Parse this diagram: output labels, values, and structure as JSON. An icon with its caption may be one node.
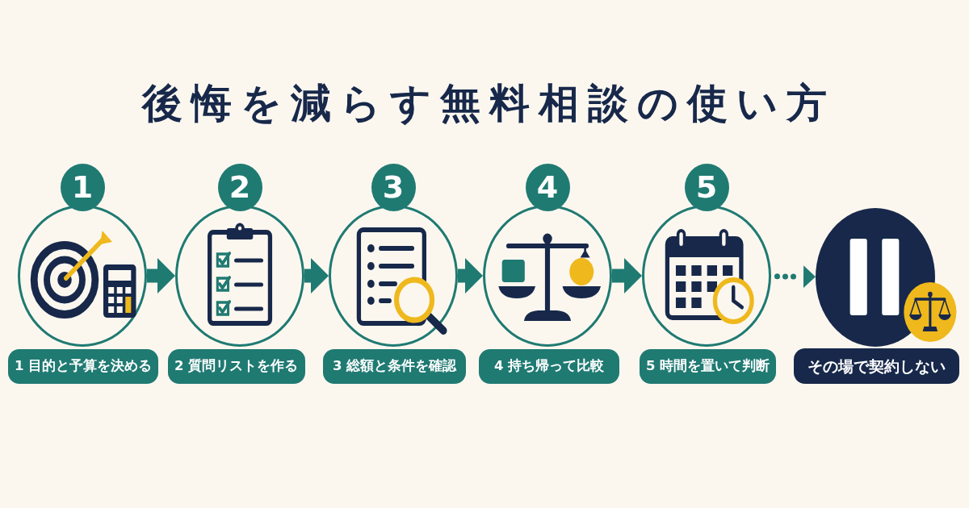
{
  "diagram": {
    "title": "後悔を減らす無料相談の使い方",
    "nodes": [
      {
        "text": [
          "1"
        ]
      },
      {
        "text": [],
        "shape": "circle"
      },
      {
        "text": [
          "1 目的と予算を決める"
        ]
      },
      {
        "text": [
          "2"
        ]
      },
      {
        "text": [],
        "shape": "circle"
      },
      {
        "text": [
          "2 質問リストを作る"
        ]
      },
      {
        "text": [
          "3"
        ]
      },
      {
        "text": [],
        "shape": "circle"
      },
      {
        "text": [
          "3 総額と条件を確認"
        ]
      },
      {
        "text": [
          "4"
        ]
      },
      {
        "text": [],
        "shape": "circle"
      },
      {
        "text": [
          "4 持ち帰って比較"
        ]
      },
      {
        "text": [
          "5"
        ]
      },
      {
        "text": [],
        "shape": "circle"
      },
      {
        "text": [
          "5 時間を置いて判断"
        ]
      },
      {
        "text": [],
        "shape": "circle"
      },
      {
        "text": [
          "その場で契約しない"
        ]
      }
    ],
    "edges": [
      {
        "from": 1,
        "to": 4,
        "arrow": "to"
      },
      {
        "from": 4,
        "to": 7,
        "arrow": "to"
      },
      {
        "from": 7,
        "to": 10,
        "arrow": "to"
      },
      {
        "from": 10,
        "to": 13,
        "arrow": "to"
      },
      {
        "from": 13,
        "to": 15,
        "arrow": "to",
        "style": "dashed"
      }
    ]
  }
}
